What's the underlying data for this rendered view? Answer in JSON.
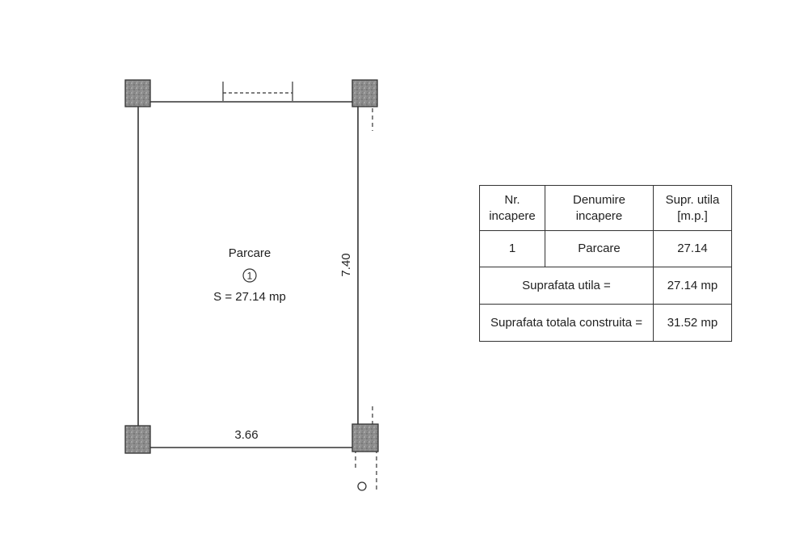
{
  "plan": {
    "room_name": "Parcare",
    "room_number": "1",
    "room_area_label": "S = 27.14 mp",
    "dim_width": "3.66",
    "dim_length": "7.40",
    "colors": {
      "line": "#333333",
      "column_fill": "#8c8c8c",
      "column_speckle": "#b5b5b5"
    }
  },
  "table": {
    "headers": {
      "nr": [
        "Nr.",
        "incapere"
      ],
      "denumire": [
        "Denumire",
        "incapere"
      ],
      "supr": [
        "Supr. utila",
        "[m.p.]"
      ]
    },
    "rows": [
      {
        "nr": "1",
        "denumire": "Parcare",
        "supr": "27.14"
      }
    ],
    "summary": [
      {
        "label": "Suprafata utila =",
        "value": "27.14 mp"
      },
      {
        "label": "Suprafata totala construita =",
        "value": "31.52 mp"
      }
    ]
  }
}
